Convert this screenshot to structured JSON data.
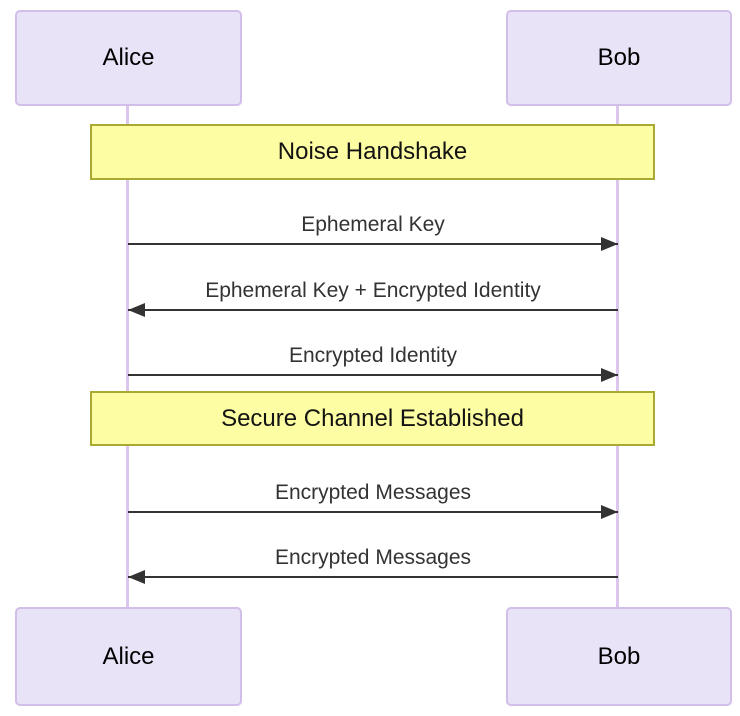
{
  "diagram": {
    "type": "sequence-diagram",
    "actors": [
      {
        "id": "alice",
        "label": "Alice"
      },
      {
        "id": "bob",
        "label": "Bob"
      }
    ],
    "notes": [
      {
        "label": "Noise Handshake",
        "span": "Alice,Bob"
      },
      {
        "label": "Secure Channel Established",
        "span": "Alice,Bob"
      }
    ],
    "messages": [
      {
        "from": "Alice",
        "to": "Bob",
        "direction": "right",
        "label": "Ephemeral Key"
      },
      {
        "from": "Bob",
        "to": "Alice",
        "direction": "left",
        "label": "Ephemeral Key + Encrypted Identity"
      },
      {
        "from": "Alice",
        "to": "Bob",
        "direction": "right",
        "label": "Encrypted Identity"
      },
      {
        "from": "Alice",
        "to": "Bob",
        "direction": "right",
        "label": "Encrypted Messages"
      },
      {
        "from": "Bob",
        "to": "Alice",
        "direction": "left",
        "label": "Encrypted Messages"
      }
    ],
    "colors": {
      "background": "#ffffff",
      "actor_fill": "#e9e3f8",
      "actor_border": "#d2bfe9",
      "actor_text": "#000000",
      "lifeline": "#dcc6ee",
      "note_fill": "#fdfda3",
      "note_border": "#aaaa33",
      "note_text": "#131313",
      "message_text": "#333333",
      "arrow": "#333333"
    }
  }
}
